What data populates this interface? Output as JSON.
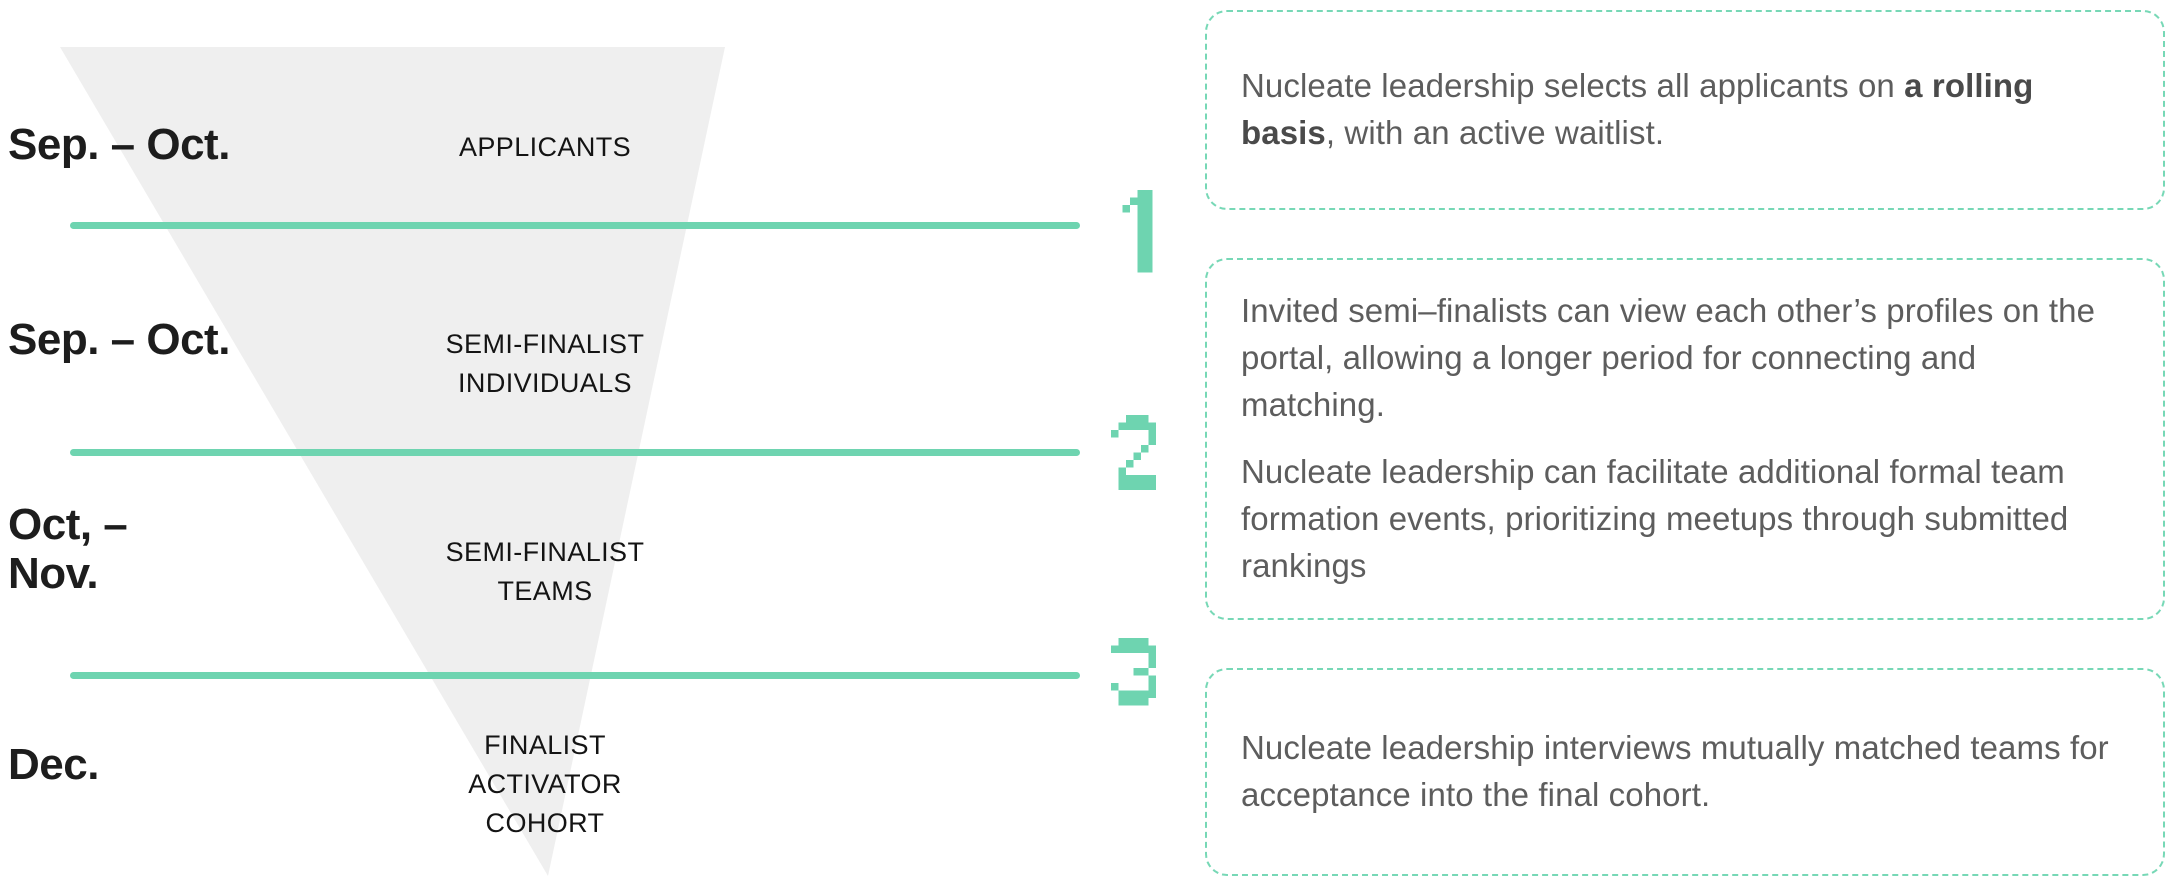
{
  "theme": {
    "accent_green": "#6ed4b0",
    "dashed_border_green": "#77d8b6",
    "funnel_gray": "#efefef",
    "date_text": "#1d1d1d",
    "stage_text": "#141414",
    "note_text": "#5d5d5d",
    "background": "#ffffff"
  },
  "funnel": {
    "stages": [
      {
        "date": "Sep. – Oct.",
        "label": "APPLICANTS"
      },
      {
        "date": "Sep. – Oct.",
        "label": "SEMI-FINALIST\nINDIVIDUALS"
      },
      {
        "date": "Oct, –\nNov.",
        "label": "SEMI-FINALIST\nTEAMS"
      },
      {
        "date": "Dec.",
        "label": "FINALIST\nACTIVATOR\nCOHORT"
      }
    ]
  },
  "steps": [
    {
      "number": "1",
      "icon": "pixel-digit-one-icon"
    },
    {
      "number": "2",
      "icon": "pixel-digit-two-icon"
    },
    {
      "number": "3",
      "icon": "pixel-digit-three-icon"
    }
  ],
  "notes": [
    {
      "step": "1",
      "paragraphs": [
        {
          "runs": [
            {
              "text": "Nucleate leadership selects all applicants on ",
              "bold": false
            },
            {
              "text": "a rolling basis",
              "bold": true
            },
            {
              "text": ", with an active waitlist.",
              "bold": false
            }
          ]
        }
      ]
    },
    {
      "step": "2",
      "paragraphs": [
        {
          "runs": [
            {
              "text": "Invited semi–finalists can view each other’s profiles on the portal, allowing a longer period for connecting and matching.",
              "bold": false
            }
          ]
        },
        {
          "runs": [
            {
              "text": "Nucleate leadership can facilitate additional formal team formation events, prioritizing meetups through submitted rankings",
              "bold": false
            }
          ]
        }
      ]
    },
    {
      "step": "3",
      "paragraphs": [
        {
          "runs": [
            {
              "text": "Nucleate leadership interviews mutually matched teams for acceptance into the final cohort.",
              "bold": false
            }
          ]
        }
      ]
    }
  ]
}
